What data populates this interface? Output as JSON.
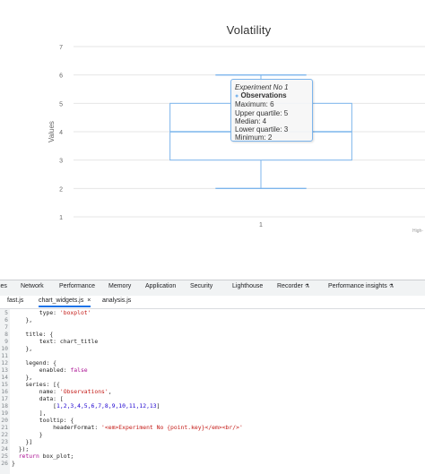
{
  "chart_data": {
    "type": "boxplot",
    "title": "Volatility",
    "ylabel": "Values",
    "ylim": [
      1,
      7
    ],
    "yticks": [
      1,
      2,
      3,
      4,
      5,
      6,
      7
    ],
    "categories": [
      "1"
    ],
    "series": [
      {
        "name": "Observations",
        "boxes": [
          {
            "minimum": 2,
            "lower_quartile": 3,
            "median": 4,
            "upper_quartile": 5,
            "maximum": 6
          }
        ]
      }
    ],
    "legend": false,
    "grid": true,
    "colors": {
      "box_stroke": "#7cb5ec",
      "grid": "#e6e6e6",
      "axis_text": "#666666"
    },
    "credits": "High-",
    "tooltip": {
      "header": "Experiment No 1",
      "series_name": "Observations",
      "rows": [
        "Maximum: 6",
        "Upper quartile: 5",
        "Median: 4",
        "Lower quartile: 3",
        "Minimum: 2"
      ]
    }
  },
  "devtools": {
    "panel_tabs": [
      {
        "label": "ces",
        "name": "tab-sources"
      },
      {
        "label": "Network",
        "name": "tab-network"
      },
      {
        "label": "Performance",
        "name": "tab-performance"
      },
      {
        "label": "Memory",
        "name": "tab-memory"
      },
      {
        "label": "Application",
        "name": "tab-application"
      },
      {
        "label": "Security",
        "name": "tab-security"
      },
      {
        "label": "Lighthouse",
        "name": "tab-lighthouse"
      },
      {
        "label": "Recorder",
        "name": "tab-recorder",
        "icon": "flask-icon"
      },
      {
        "label": "Performance insights",
        "name": "tab-performance-insights",
        "icon": "flask-icon"
      }
    ],
    "file_tabs": [
      {
        "label": "fast.js",
        "active": false
      },
      {
        "label": "chart_widgets.js",
        "active": true,
        "close": "×"
      },
      {
        "label": "analysis.js",
        "active": false
      }
    ],
    "code_lines": [
      {
        "n": "5",
        "t": [
          [
            "p",
            "        type: "
          ],
          [
            "s",
            "'boxplot'"
          ]
        ]
      },
      {
        "n": "6",
        "t": [
          [
            "p",
            "    },"
          ]
        ]
      },
      {
        "n": "7",
        "t": [
          [
            "p",
            ""
          ]
        ]
      },
      {
        "n": "8",
        "t": [
          [
            "p",
            "    title: {"
          ]
        ]
      },
      {
        "n": "9",
        "t": [
          [
            "p",
            "        text: chart_title"
          ]
        ]
      },
      {
        "n": "10",
        "t": [
          [
            "p",
            "    },"
          ]
        ]
      },
      {
        "n": "11",
        "t": [
          [
            "p",
            ""
          ]
        ]
      },
      {
        "n": "12",
        "t": [
          [
            "p",
            "    legend: {"
          ]
        ]
      },
      {
        "n": "13",
        "t": [
          [
            "p",
            "        enabled: "
          ],
          [
            "k",
            "false"
          ]
        ]
      },
      {
        "n": "14",
        "t": [
          [
            "p",
            "    },"
          ]
        ]
      },
      {
        "n": "15",
        "t": [
          [
            "p",
            "    series: [{"
          ]
        ]
      },
      {
        "n": "16",
        "t": [
          [
            "p",
            "        name: "
          ],
          [
            "s",
            "'Observations'"
          ],
          [
            "p",
            ","
          ]
        ]
      },
      {
        "n": "17",
        "t": [
          [
            "p",
            "        data: ["
          ]
        ]
      },
      {
        "n": "18",
        "t": [
          [
            "p",
            "            ["
          ],
          [
            "n",
            "1,2,3,4,5,6,7,8,9,10,11,12,13"
          ],
          [
            "p",
            "]"
          ]
        ]
      },
      {
        "n": "19",
        "t": [
          [
            "p",
            "        ],"
          ]
        ]
      },
      {
        "n": "20",
        "t": [
          [
            "p",
            "        tooltip: {"
          ]
        ]
      },
      {
        "n": "21",
        "t": [
          [
            "p",
            "            headerFormat: "
          ],
          [
            "s",
            "'<em>Experiment No {point.key}</em><br/>'"
          ]
        ]
      },
      {
        "n": "22",
        "t": [
          [
            "p",
            "        }"
          ]
        ]
      },
      {
        "n": "23",
        "t": [
          [
            "p",
            "    }]"
          ]
        ]
      },
      {
        "n": "24",
        "t": [
          [
            "p",
            "  });"
          ]
        ]
      },
      {
        "n": "25",
        "t": [
          [
            "p",
            "  "
          ],
          [
            "k",
            "return"
          ],
          [
            "p",
            " box_plot;"
          ]
        ]
      },
      {
        "n": "26",
        "t": [
          [
            "p",
            "}"
          ]
        ]
      }
    ]
  }
}
